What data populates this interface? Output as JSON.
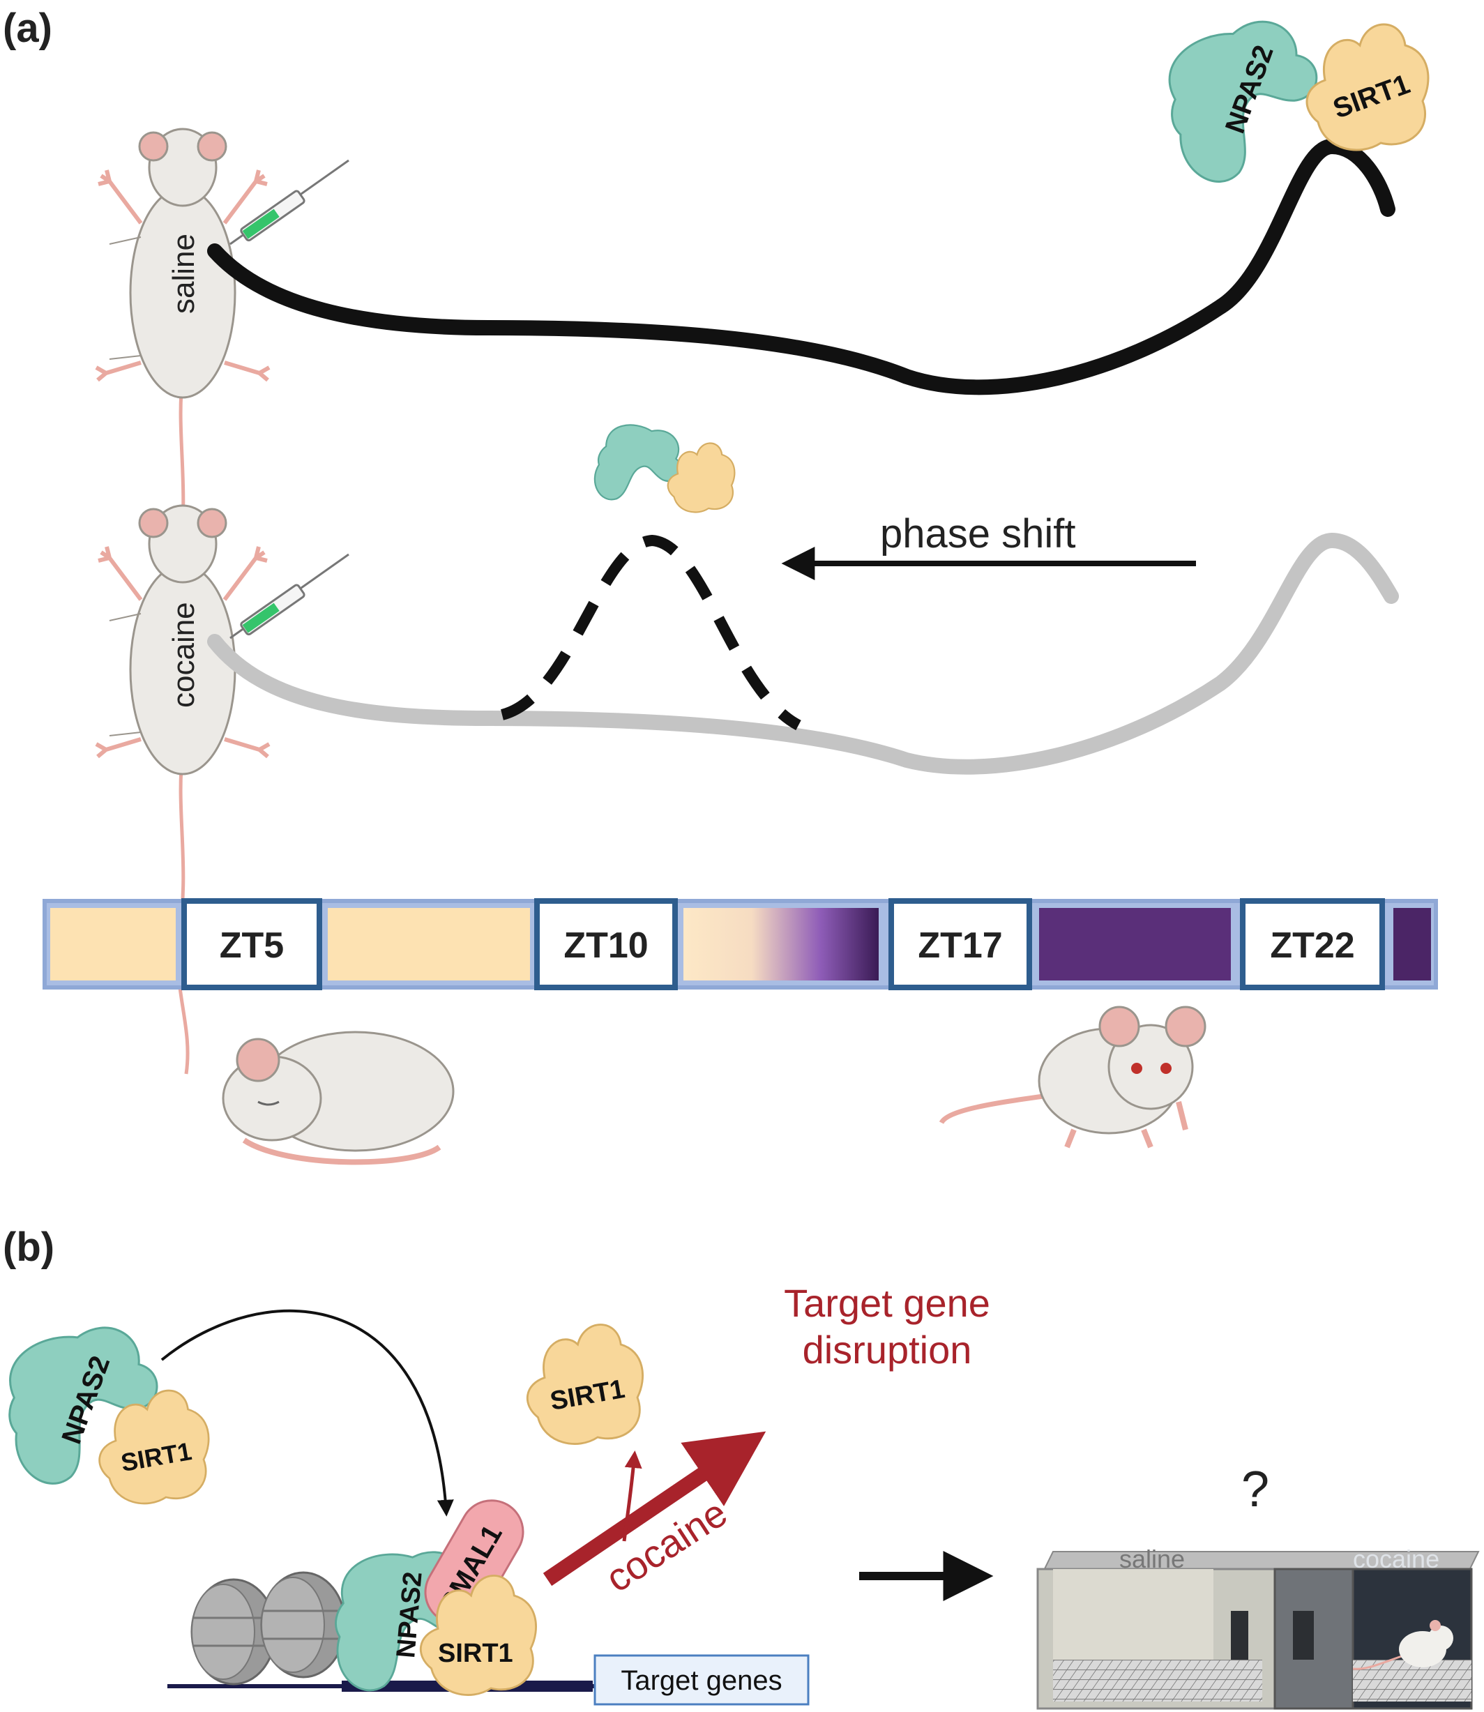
{
  "panels": {
    "a_label": "(a)",
    "b_label": "(b)"
  },
  "panel_a": {
    "mouse_top_label": "saline",
    "mouse_bottom_label": "cocaine",
    "protein_npas2": "NPAS2",
    "protein_sirt1": "SIRT1",
    "phase_shift_label": "phase shift",
    "zt_labels": [
      "ZT5",
      "ZT10",
      "ZT17",
      "ZT22"
    ]
  },
  "panel_b": {
    "npas2": "NPAS2",
    "sirt1": "SIRT1",
    "bmal1": "BMAL1",
    "sirt1_released": "SIRT1",
    "cocaine_arrow_label": "cocaine",
    "disruption_line1": "Target gene",
    "disruption_line2": "disruption",
    "target_genes_label": "Target genes",
    "question_mark": "?",
    "chamber_left_label": "saline",
    "chamber_right_label": "cocaine"
  },
  "colors": {
    "npas2": "#8ecfbf",
    "sirt1": "#f8d79a",
    "bmal1": "#f2a7ad",
    "light_phase": "#fde2b2",
    "dark_phase": "#5a2f79",
    "zt_border": "#2e5d8e",
    "bar_border": "#8fa8d6",
    "saline_curve": "#111111",
    "cocaine_curve": "#c4c4c4",
    "red_accent": "#a8232b"
  }
}
